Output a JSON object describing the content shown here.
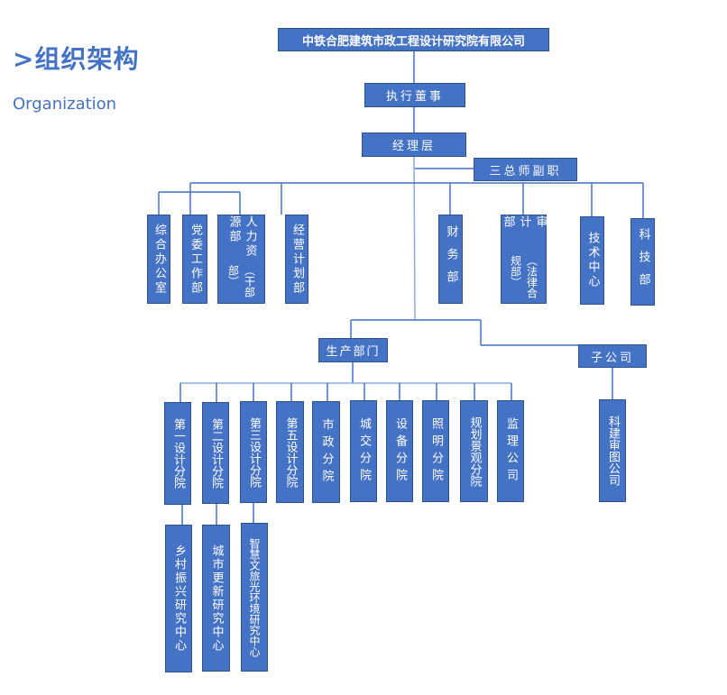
{
  "header": {
    "title": ">组织架构",
    "subtitle": "Organization"
  },
  "colors": {
    "box_fill": "#4472c4",
    "box_border": "#2f528f",
    "line": "#4472c4",
    "title": "#4472c4"
  },
  "org": {
    "company": "中铁合肥建筑市政工程设计研究院有限公司",
    "executive_director": "执行董事",
    "management": "经理层",
    "deputy_chief_engineers": "三总师副职",
    "departments": [
      {
        "label": "综合办公室"
      },
      {
        "label": "党委工作部"
      },
      {
        "label": "人力资源部",
        "note": "（干部部）"
      },
      {
        "label": "经营计划部"
      },
      {
        "label": "财务部"
      },
      {
        "label": "审计部",
        "note": "（法律合规部）"
      },
      {
        "label": "技术中心"
      },
      {
        "label": "科技部"
      }
    ],
    "production": "生产部门",
    "subsidiary": "子公司",
    "branches": [
      {
        "label": "第一设计分院"
      },
      {
        "label": "第二设计分院"
      },
      {
        "label": "第三设计分院"
      },
      {
        "label": "第五设计分院"
      },
      {
        "label": "市政分院"
      },
      {
        "label": "城交分院"
      },
      {
        "label": "设备分院"
      },
      {
        "label": "照明分院"
      },
      {
        "label": "规划景观分院"
      },
      {
        "label": "监理公司"
      }
    ],
    "subsidiary_units": [
      {
        "label": "科建审图公司"
      }
    ],
    "research_centers": [
      {
        "label": "乡村振兴研究中心"
      },
      {
        "label": "城市更新研究中心"
      },
      {
        "label": "智慧文旅光环境研究中心"
      }
    ]
  }
}
